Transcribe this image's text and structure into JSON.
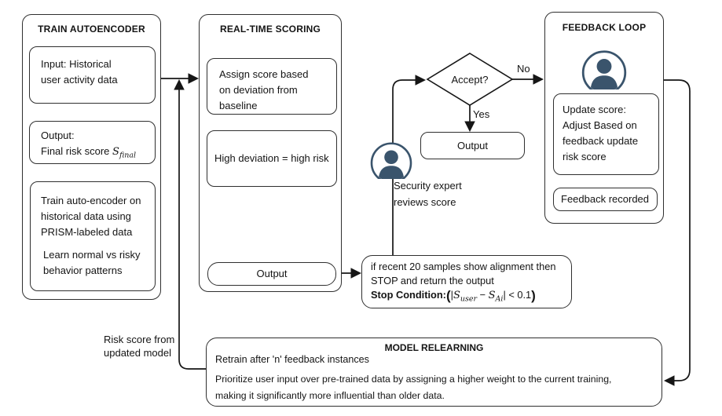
{
  "colors": {
    "person_icon": "#3a546c",
    "line": "#161616",
    "border": "#2f2f2f",
    "text": "#141414",
    "background": "#ffffff"
  },
  "train": {
    "title": "TRAIN AUTOENCODER",
    "input_lines": [
      "Input: Historical",
      "user activity data"
    ],
    "output_label": "Output:",
    "score_prefix": "Final risk score ",
    "score_symbol": "S",
    "score_sub": "final",
    "train_lines": [
      "Train auto-encoder on",
      "historical data using",
      "PRISM-labeled data"
    ],
    "learn_lines": [
      "Learn normal vs risky",
      "behavior patterns"
    ]
  },
  "realtime": {
    "title": "REAL-TIME SCORING",
    "assign_lines": [
      "Assign score based",
      "on deviation from",
      "baseline"
    ],
    "deviation_label": "High deviation = high risk",
    "output_label": "Output"
  },
  "decision": {
    "question": "Accept?",
    "no_label": "No",
    "yes_label": "Yes",
    "output_label": "Output"
  },
  "security": {
    "lines": [
      "Security expert",
      "reviews score"
    ]
  },
  "stop": {
    "line1": "if recent 20 samples show alignment then",
    "line2": "STOP and return the output",
    "bold_label": "Stop Condition:",
    "open_paren": "(",
    "abs_open": "|",
    "s1": "S",
    "s1_sub": "user",
    "minus": " − ",
    "s2": "S",
    "s2_sub": "Ai",
    "rest": "| < 0.1",
    "close_paren": ")"
  },
  "feedback": {
    "title": "FEEDBACK LOOP",
    "update_lines": [
      "Update score:",
      "Adjust Based on",
      "feedback update",
      "risk score"
    ],
    "recorded_label": "Feedback recorded"
  },
  "model": {
    "title": "MODEL RELEARNING",
    "line1": "Retrain after 'n' feedback instances",
    "para_lines": [
      "Prioritize user input over pre-trained data by assigning a higher weight to the current training,",
      "making it significantly more influential than older data."
    ]
  },
  "risk_label": {
    "lines": [
      "Risk score from",
      "updated model"
    ]
  }
}
